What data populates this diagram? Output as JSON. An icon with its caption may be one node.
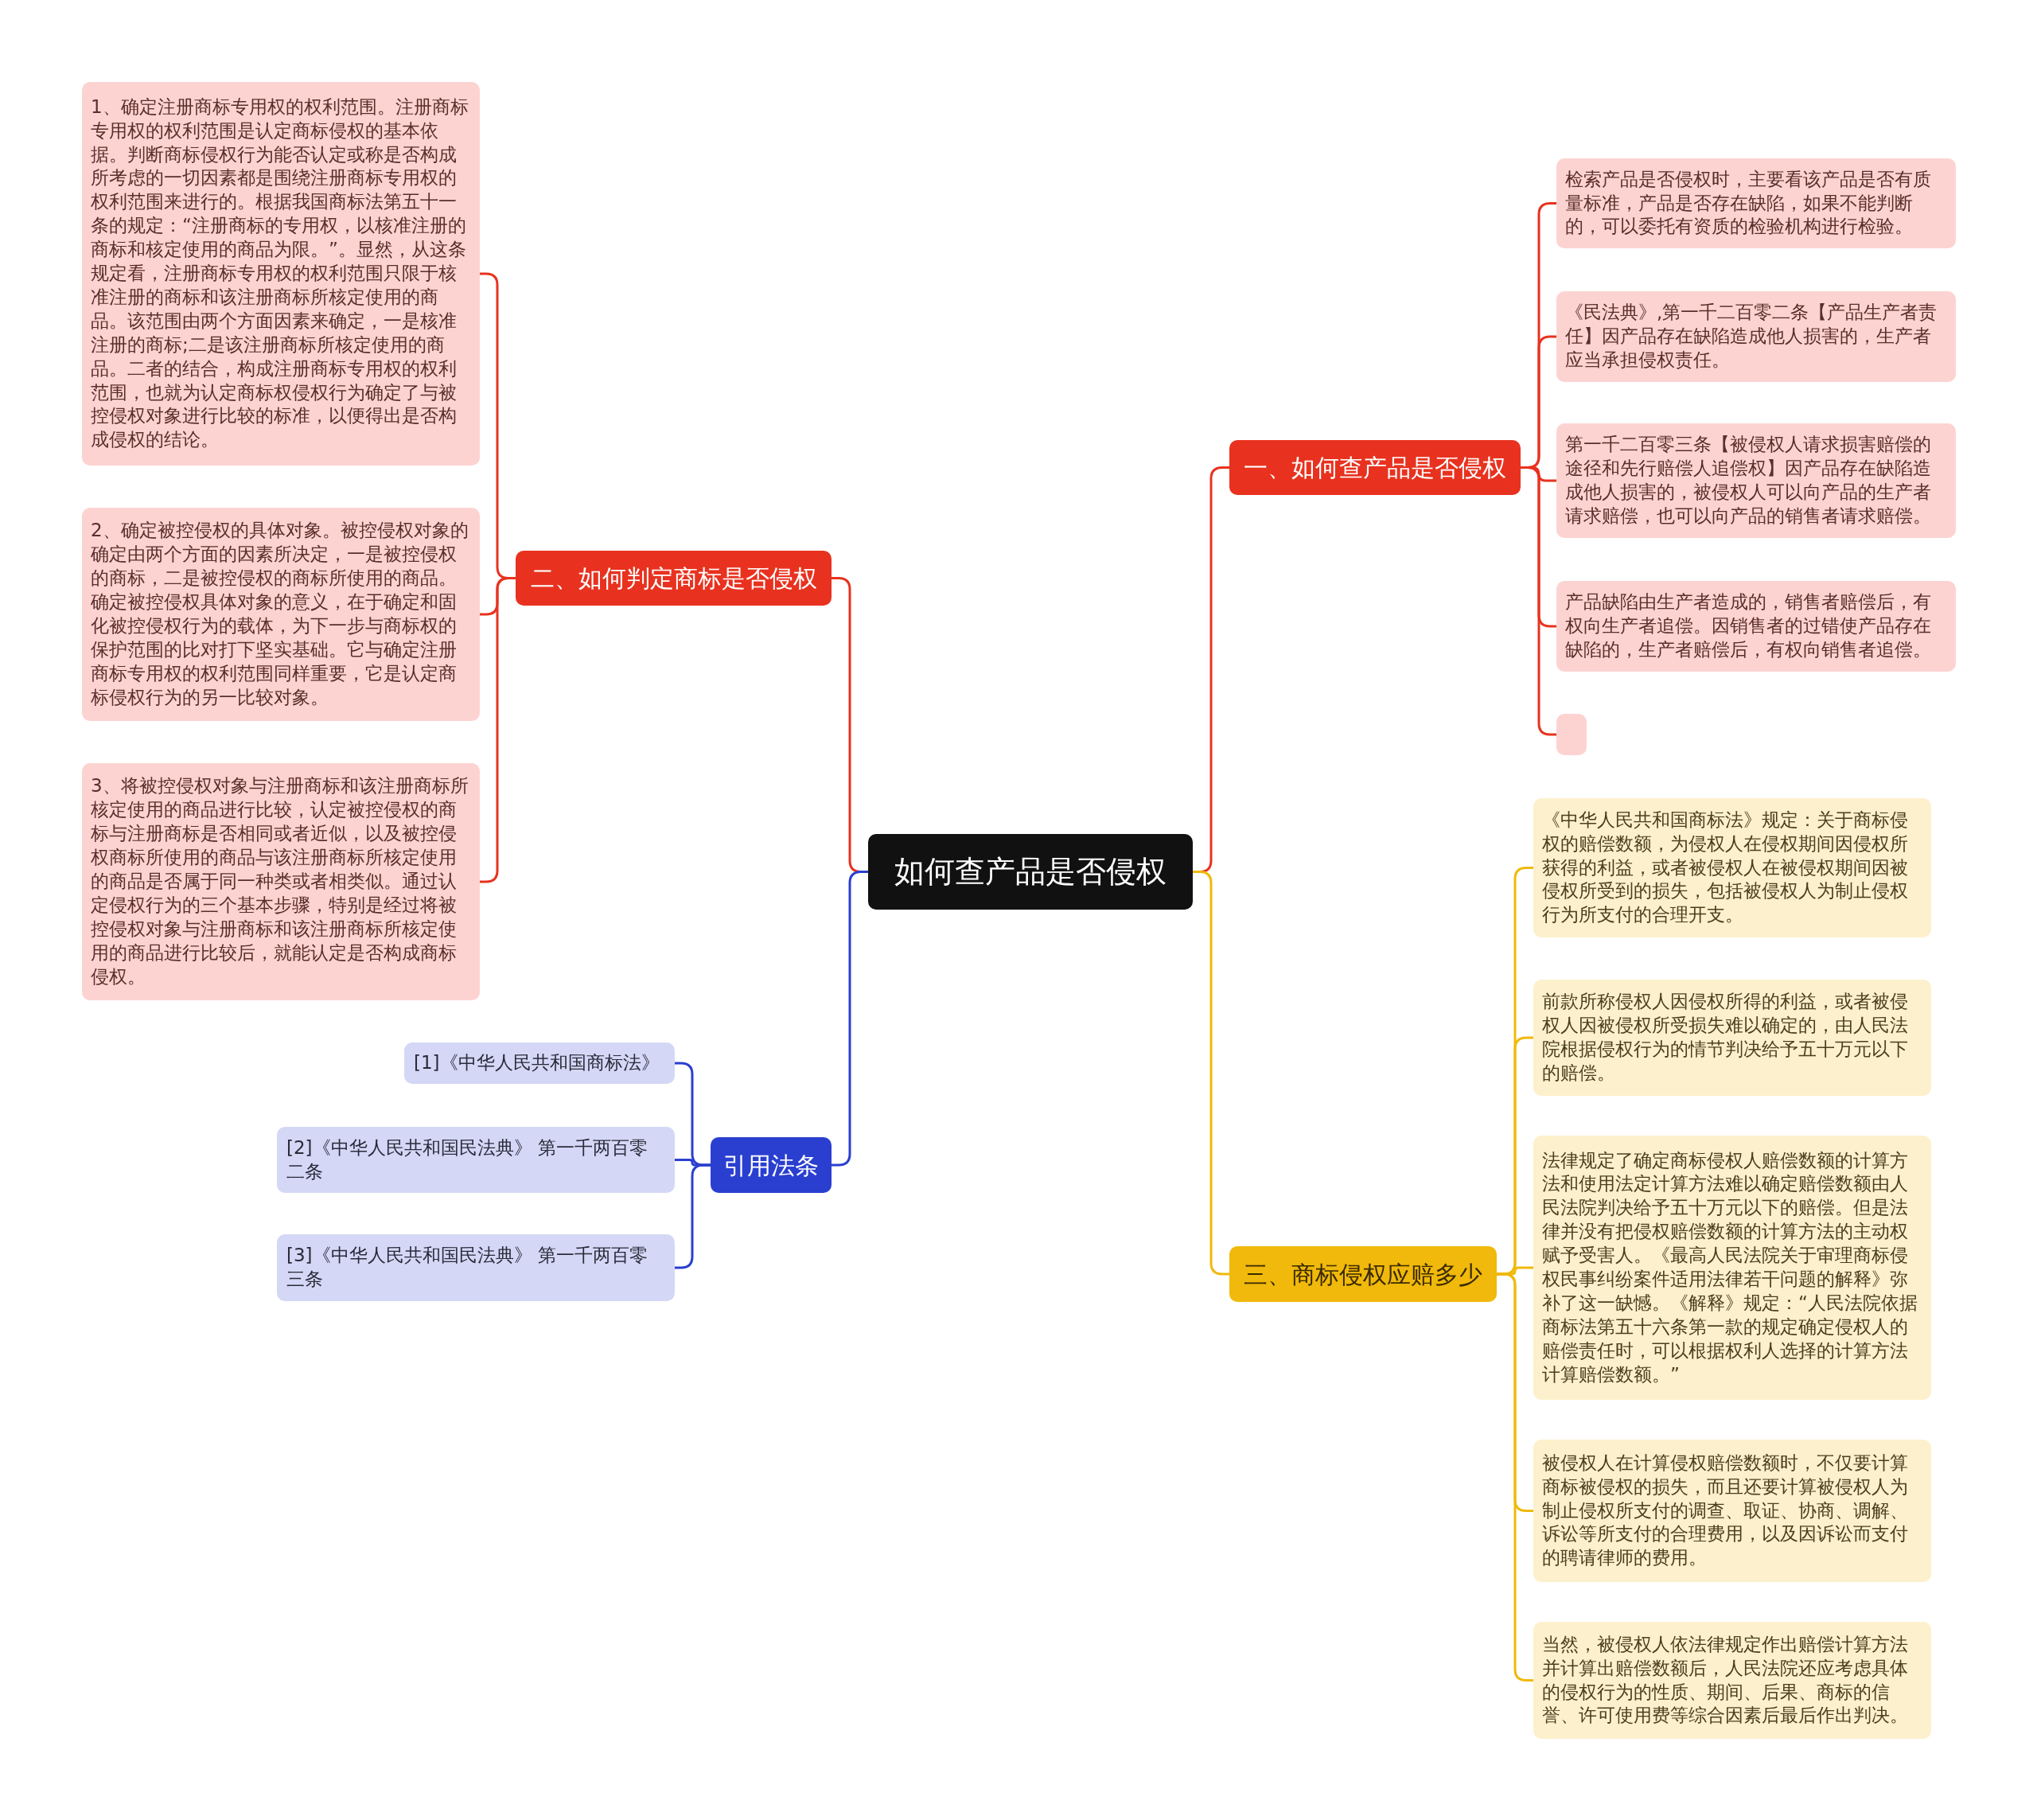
{
  "diagram": {
    "nodes": [
      {
        "text": [
          "如何查产品是否侵权"
        ]
      },
      {
        "text": [
          "一、如何查产品是否侵权"
        ]
      },
      {
        "text": [
          "检索产品是否侵权时，主要看该产品是否有质量标准，产品是否存在缺陷，如果不能判断的，可以委托有资质的检验机构进行检验。"
        ]
      },
      {
        "text": [
          "《民法典》,第一千二百零二条【产品生产者责任】因产品存在缺陷造成他人损害的，生产者应当承担侵权责任。"
        ]
      },
      {
        "text": [
          "第一千二百零三条【被侵权人请求损害赔偿的途径和先行赔偿人追偿权】因产品存在缺陷造成他人损害的，被侵权人可以向产品的生产者请求赔偿，也可以向产品的销售者请求赔偿。"
        ]
      },
      {
        "text": [
          "产品缺陷由生产者造成的，销售者赔偿后，有权向生产者追偿。因销售者的过错使产品存在缺陷的，生产者赔偿后，有权向销售者追偿。"
        ]
      },
      {
        "text": [],
        "shape": "box"
      },
      {
        "text": [
          "二、如何判定商标是否侵权"
        ]
      },
      {
        "text": [
          "1、确定注册商标专用权的权利范围。注册商标专用权的权利范围是认定商标侵权的基本依据。判断商标侵权行为能否认定或称是否构成所考虑的一切因素都是围绕注册商标专用权的权利范围来进行的。根据我国商标法第五十一条的规定：“注册商标的专用权，以核准注册的商标和核定使用的商品为限。”。显然，从这条规定看，注册商标专用权的权利范围只限于核准注册的商标和该注册商标所核定使用的商品。该范围由两个方面因素来确定，一是核准注册的商标;二是该注册商标所核定使用的商品。二者的结合，构成注册商标专用权的权利范围，也就为认定商标权侵权行为确定了与被控侵权对象进行比较的标准，以便得出是否构成侵权的结论。"
        ]
      },
      {
        "text": [
          "2、确定被控侵权的具体对象。被控侵权对象的确定由两个方面的因素所决定，一是被控侵权的商标，二是被控侵权的商标所使用的商品。确定被控侵权具体对象的意义，在于确定和固化被控侵权行为的载体，为下一步与商标权的保护范围的比对打下坚实基础。它与确定注册商标专用权的权利范围同样重要，它是认定商标侵权行为的另一比较对象。"
        ]
      },
      {
        "text": [
          "3、将被控侵权对象与注册商标和该注册商标所核定使用的商品进行比较，认定被控侵权的商标与注册商标是否相同或者近似，以及被控侵权商标所使用的商品与该注册商标所核定使用的商品是否属于同一种类或者相类似。通过认定侵权行为的三个基本步骤，特别是经过将被控侵权对象与注册商标和该注册商标所核定使用的商品进行比较后，就能认定是否构成商标侵权。"
        ]
      },
      {
        "text": [
          "引用法条"
        ]
      },
      {
        "text": [
          "[1]《中华人民共和国商标法》"
        ]
      },
      {
        "text": [
          "[2]《中华人民共和国民法典》 第一千两百零二条"
        ]
      },
      {
        "text": [
          "[3]《中华人民共和国民法典》 第一千两百零三条"
        ]
      },
      {
        "text": [
          "三、商标侵权应赔多少"
        ]
      },
      {
        "text": [
          "《中华人民共和国商标法》规定：关于商标侵权的赔偿数额，为侵权人在侵权期间因侵权所获得的利益，或者被侵权人在被侵权期间因被侵权所受到的损失，包括被侵权人为制止侵权行为所支付的合理开支。"
        ]
      },
      {
        "text": [
          "前款所称侵权人因侵权所得的利益，或者被侵权人因被侵权所受损失难以确定的，由人民法院根据侵权行为的情节判决给予五十万元以下的赔偿。"
        ]
      },
      {
        "text": [
          "法律规定了确定商标侵权人赔偿数额的计算方法和使用法定计算方法难以确定赔偿数额由人民法院判决给予五十万元以下的赔偿。但是法律并没有把侵权赔偿数额的计算方法的主动权赋予受害人。《最高人民法院关于审理商标侵权民事纠纷案件适用法律若干问题的解释》弥补了这一缺憾。《解释》规定：“人民法院依据商标法第五十六条第一款的规定确定侵权人的赔偿责任时，可以根据权利人选择的计算方法计算赔偿数额。”"
        ]
      },
      {
        "text": [
          "被侵权人在计算侵权赔偿数额时，不仅要计算商标被侵权的损失，而且还要计算被侵权人为制止侵权所支付的调查、取证、协商、调解、诉讼等所支付的合理费用，以及因诉讼而支付的聘请律师的费用。"
        ]
      },
      {
        "text": [
          "当然，被侵权人依法律规定作出赔偿计算方法并计算出赔偿数额后，人民法院还应考虑具体的侵权行为的性质、期间、后果、商标的信誉、许可使用费等综合因素后最后作出判决。"
        ]
      }
    ],
    "edges": [
      {
        "from": 0,
        "to": 1,
        "arrow": "none"
      },
      {
        "from": 1,
        "to": 2,
        "arrow": "none"
      },
      {
        "from": 1,
        "to": 3,
        "arrow": "none"
      },
      {
        "from": 1,
        "to": 4,
        "arrow": "none"
      },
      {
        "from": 1,
        "to": 5,
        "arrow": "none"
      },
      {
        "from": 1,
        "to": 6,
        "arrow": "none"
      },
      {
        "from": 0,
        "to": 7,
        "arrow": "none"
      },
      {
        "from": 7,
        "to": 8,
        "arrow": "none"
      },
      {
        "from": 7,
        "to": 9,
        "arrow": "none"
      },
      {
        "from": 7,
        "to": 10,
        "arrow": "none"
      },
      {
        "from": 0,
        "to": 11,
        "arrow": "none",
        "color": "#2a3fd0"
      },
      {
        "from": 11,
        "to": 12,
        "arrow": "none",
        "color": "#2a3fd0"
      },
      {
        "from": 11,
        "to": 13,
        "arrow": "none",
        "color": "#2a3fd0"
      },
      {
        "from": 11,
        "to": 14,
        "arrow": "none",
        "color": "#2a3fd0"
      },
      {
        "from": 0,
        "to": 15,
        "arrow": "none",
        "color": "#f0b90b"
      },
      {
        "from": 15,
        "to": 16,
        "arrow": "none",
        "color": "#f0b90b"
      },
      {
        "from": 15,
        "to": 17,
        "arrow": "none",
        "color": "#f0b90b"
      },
      {
        "from": 15,
        "to": 18,
        "arrow": "none",
        "color": "#f0b90b"
      },
      {
        "from": 15,
        "to": 19,
        "arrow": "none",
        "color": "#f0b90b"
      },
      {
        "from": 15,
        "to": 20,
        "arrow": "none",
        "color": "#f0b90b"
      }
    ]
  }
}
